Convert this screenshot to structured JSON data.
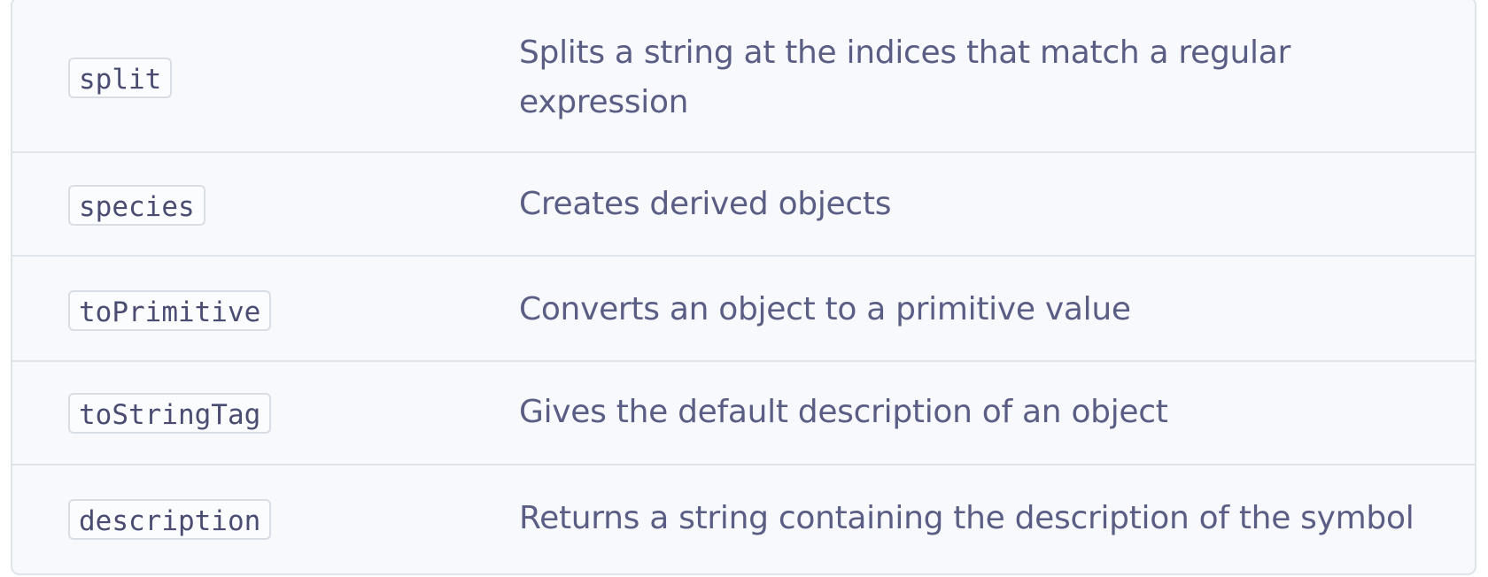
{
  "table": {
    "rows": [
      {
        "name": "split",
        "description": "Splits a string at the indices that match a regular expression"
      },
      {
        "name": "species",
        "description": "Creates derived objects"
      },
      {
        "name": "toPrimitive",
        "description": "Converts an object to a primitive value"
      },
      {
        "name": "toStringTag",
        "description": "Gives the default description of an object"
      },
      {
        "name": "description",
        "description": "Returns a string containing the description of the symbol"
      }
    ]
  },
  "colors": {
    "background": "#f8f9fd",
    "border": "#dfe3ea",
    "text": "#5a5d84",
    "code_text": "#4a4c72"
  }
}
